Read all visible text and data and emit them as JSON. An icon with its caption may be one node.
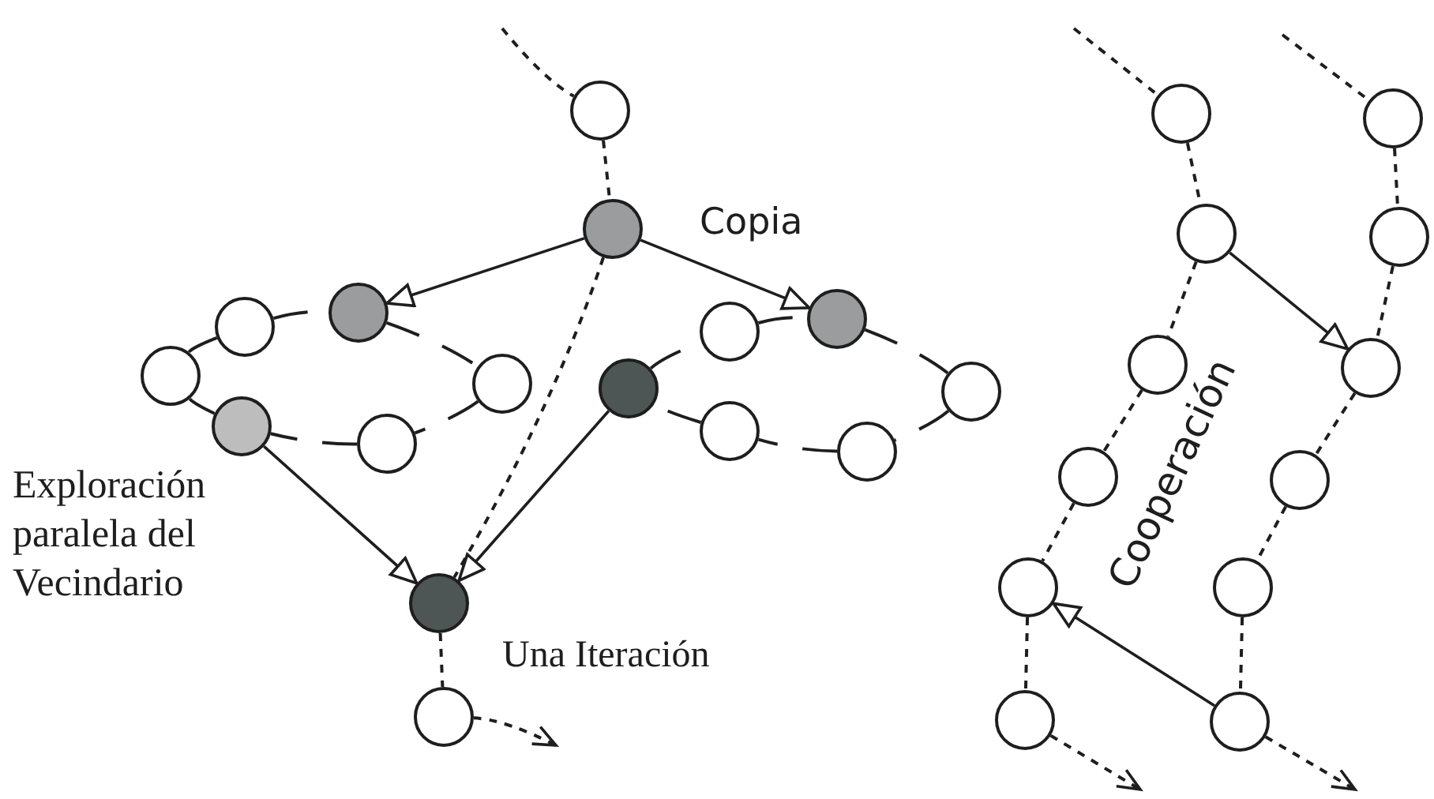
{
  "diagram": {
    "nodes": [
      {
        "text": [],
        "shape": "circle"
      },
      {
        "text": [],
        "shape": "circle"
      },
      {
        "text": [],
        "shape": "circle"
      },
      {
        "text": [],
        "shape": "circle"
      },
      {
        "text": [],
        "shape": "circle"
      },
      {
        "text": [],
        "shape": "circle"
      },
      {
        "text": [],
        "shape": "circle"
      },
      {
        "text": [],
        "shape": "circle"
      },
      {
        "text": [],
        "shape": "circle"
      },
      {
        "text": [],
        "shape": "circle"
      },
      {
        "text": [],
        "shape": "circle"
      },
      {
        "text": [],
        "shape": "circle"
      },
      {
        "text": [],
        "shape": "circle"
      },
      {
        "text": [],
        "shape": "circle"
      },
      {
        "text": [],
        "shape": "circle"
      },
      {
        "text": [],
        "shape": "circle"
      },
      {
        "text": [],
        "shape": "circle"
      },
      {
        "text": [],
        "shape": "circle"
      },
      {
        "text": [],
        "shape": "circle"
      },
      {
        "text": [],
        "shape": "circle"
      },
      {
        "text": [],
        "shape": "circle"
      },
      {
        "text": [],
        "shape": "circle"
      },
      {
        "text": [],
        "shape": "circle"
      },
      {
        "text": [],
        "shape": "circle"
      },
      {
        "text": [],
        "shape": "circle"
      },
      {
        "text": [],
        "shape": "circle"
      },
      {
        "text": [],
        "shape": "circle"
      },
      {
        "text": [],
        "shape": "circle"
      }
    ],
    "edges": [
      {
        "from": null,
        "to": 0,
        "arrow": "none",
        "style": "dashed"
      },
      {
        "from": 0,
        "to": 1,
        "arrow": "none",
        "style": "dashed"
      },
      {
        "from": 1,
        "to": 14,
        "arrow": "none",
        "style": "dashed"
      },
      {
        "from": 14,
        "to": 15,
        "arrow": "none",
        "style": "dashed"
      },
      {
        "from": 15,
        "to": null,
        "arrow": "to",
        "style": "dashed"
      },
      {
        "from": 1,
        "to": 3,
        "arrow": "to"
      },
      {
        "from": 1,
        "to": 9,
        "arrow": "to"
      },
      {
        "from": 6,
        "to": 14,
        "arrow": "to"
      },
      {
        "from": 10,
        "to": 14,
        "arrow": "to"
      },
      {
        "from": 4,
        "to": 2,
        "arrow": "none",
        "style": "dashed"
      },
      {
        "from": 2,
        "to": 3,
        "arrow": "none",
        "style": "dashed"
      },
      {
        "from": 3,
        "to": 5,
        "arrow": "none",
        "style": "dashed"
      },
      {
        "from": 5,
        "to": 7,
        "arrow": "none",
        "style": "dashed"
      },
      {
        "from": 7,
        "to": 6,
        "arrow": "none",
        "style": "dashed"
      },
      {
        "from": 6,
        "to": 4,
        "arrow": "none",
        "style": "dashed"
      },
      {
        "from": 10,
        "to": 8,
        "arrow": "none",
        "style": "dashed"
      },
      {
        "from": 8,
        "to": 9,
        "arrow": "none",
        "style": "dashed"
      },
      {
        "from": 9,
        "to": 11,
        "arrow": "none",
        "style": "dashed"
      },
      {
        "from": 11,
        "to": 12,
        "arrow": "none",
        "style": "dashed"
      },
      {
        "from": 12,
        "to": 13,
        "arrow": "none",
        "style": "dashed"
      },
      {
        "from": 13,
        "to": 10,
        "arrow": "none",
        "style": "dashed"
      },
      {
        "from": null,
        "to": 16,
        "arrow": "none",
        "style": "dashed"
      },
      {
        "from": 16,
        "to": 17,
        "arrow": "none",
        "style": "dashed"
      },
      {
        "from": 17,
        "to": 18,
        "arrow": "none",
        "style": "dashed"
      },
      {
        "from": 18,
        "to": 19,
        "arrow": "none",
        "style": "dashed"
      },
      {
        "from": 19,
        "to": 20,
        "arrow": "none",
        "style": "dashed"
      },
      {
        "from": 20,
        "to": 21,
        "arrow": "none",
        "style": "dashed"
      },
      {
        "from": 21,
        "to": null,
        "arrow": "to",
        "style": "dashed"
      },
      {
        "from": null,
        "to": 22,
        "arrow": "none",
        "style": "dashed"
      },
      {
        "from": 22,
        "to": 23,
        "arrow": "none",
        "style": "dashed"
      },
      {
        "from": 23,
        "to": 24,
        "arrow": "none",
        "style": "dashed"
      },
      {
        "from": 24,
        "to": 25,
        "arrow": "none",
        "style": "dashed"
      },
      {
        "from": 25,
        "to": 26,
        "arrow": "none",
        "style": "dashed"
      },
      {
        "from": 26,
        "to": 27,
        "arrow": "none",
        "style": "dashed"
      },
      {
        "from": 27,
        "to": null,
        "arrow": "to",
        "style": "dashed"
      },
      {
        "from": 17,
        "to": 24,
        "arrow": "to"
      },
      {
        "from": 27,
        "to": 20,
        "arrow": "to"
      }
    ],
    "labels": [
      "Copia",
      "Exploración paralela del Vecindario",
      "Cooperación",
      "Una Iteración"
    ]
  }
}
